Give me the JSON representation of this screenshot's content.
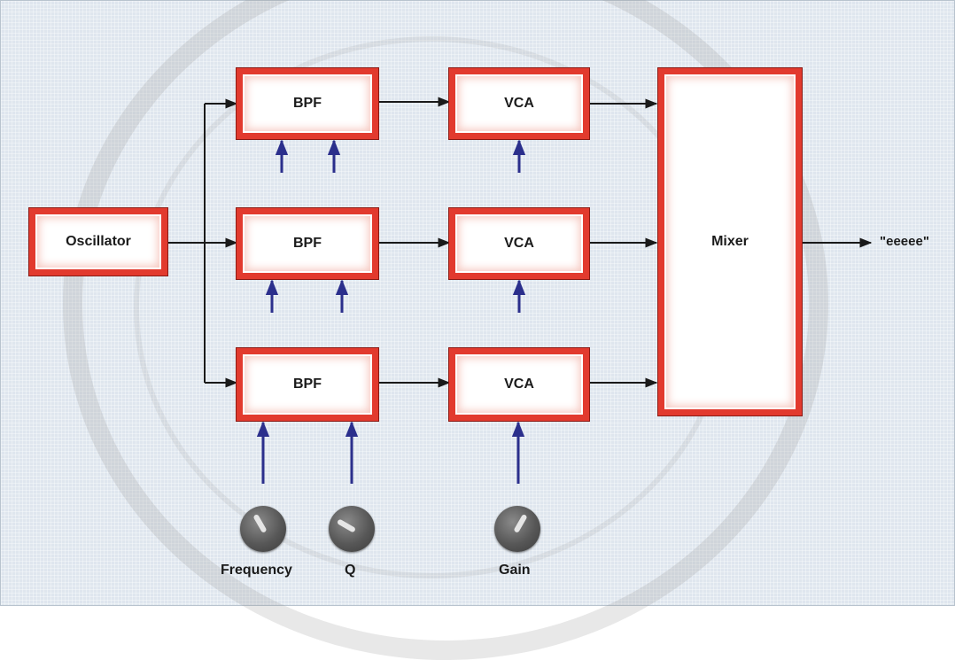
{
  "diagram": {
    "blocks": {
      "oscillator": "Oscillator",
      "bpf_1": "BPF",
      "bpf_2": "BPF",
      "bpf_3": "BPF",
      "vca_1": "VCA",
      "vca_2": "VCA",
      "vca_3": "VCA",
      "mixer": "Mixer"
    },
    "output_label": "\"eeeee\"",
    "controls": {
      "frequency": "Frequency",
      "q": "Q",
      "gain": "Gain"
    }
  },
  "colors": {
    "block_border": "#e23a2e",
    "connection_line": "#1a1a1a",
    "control_line": "#2b2f8c",
    "background": "#dfe6ee"
  }
}
